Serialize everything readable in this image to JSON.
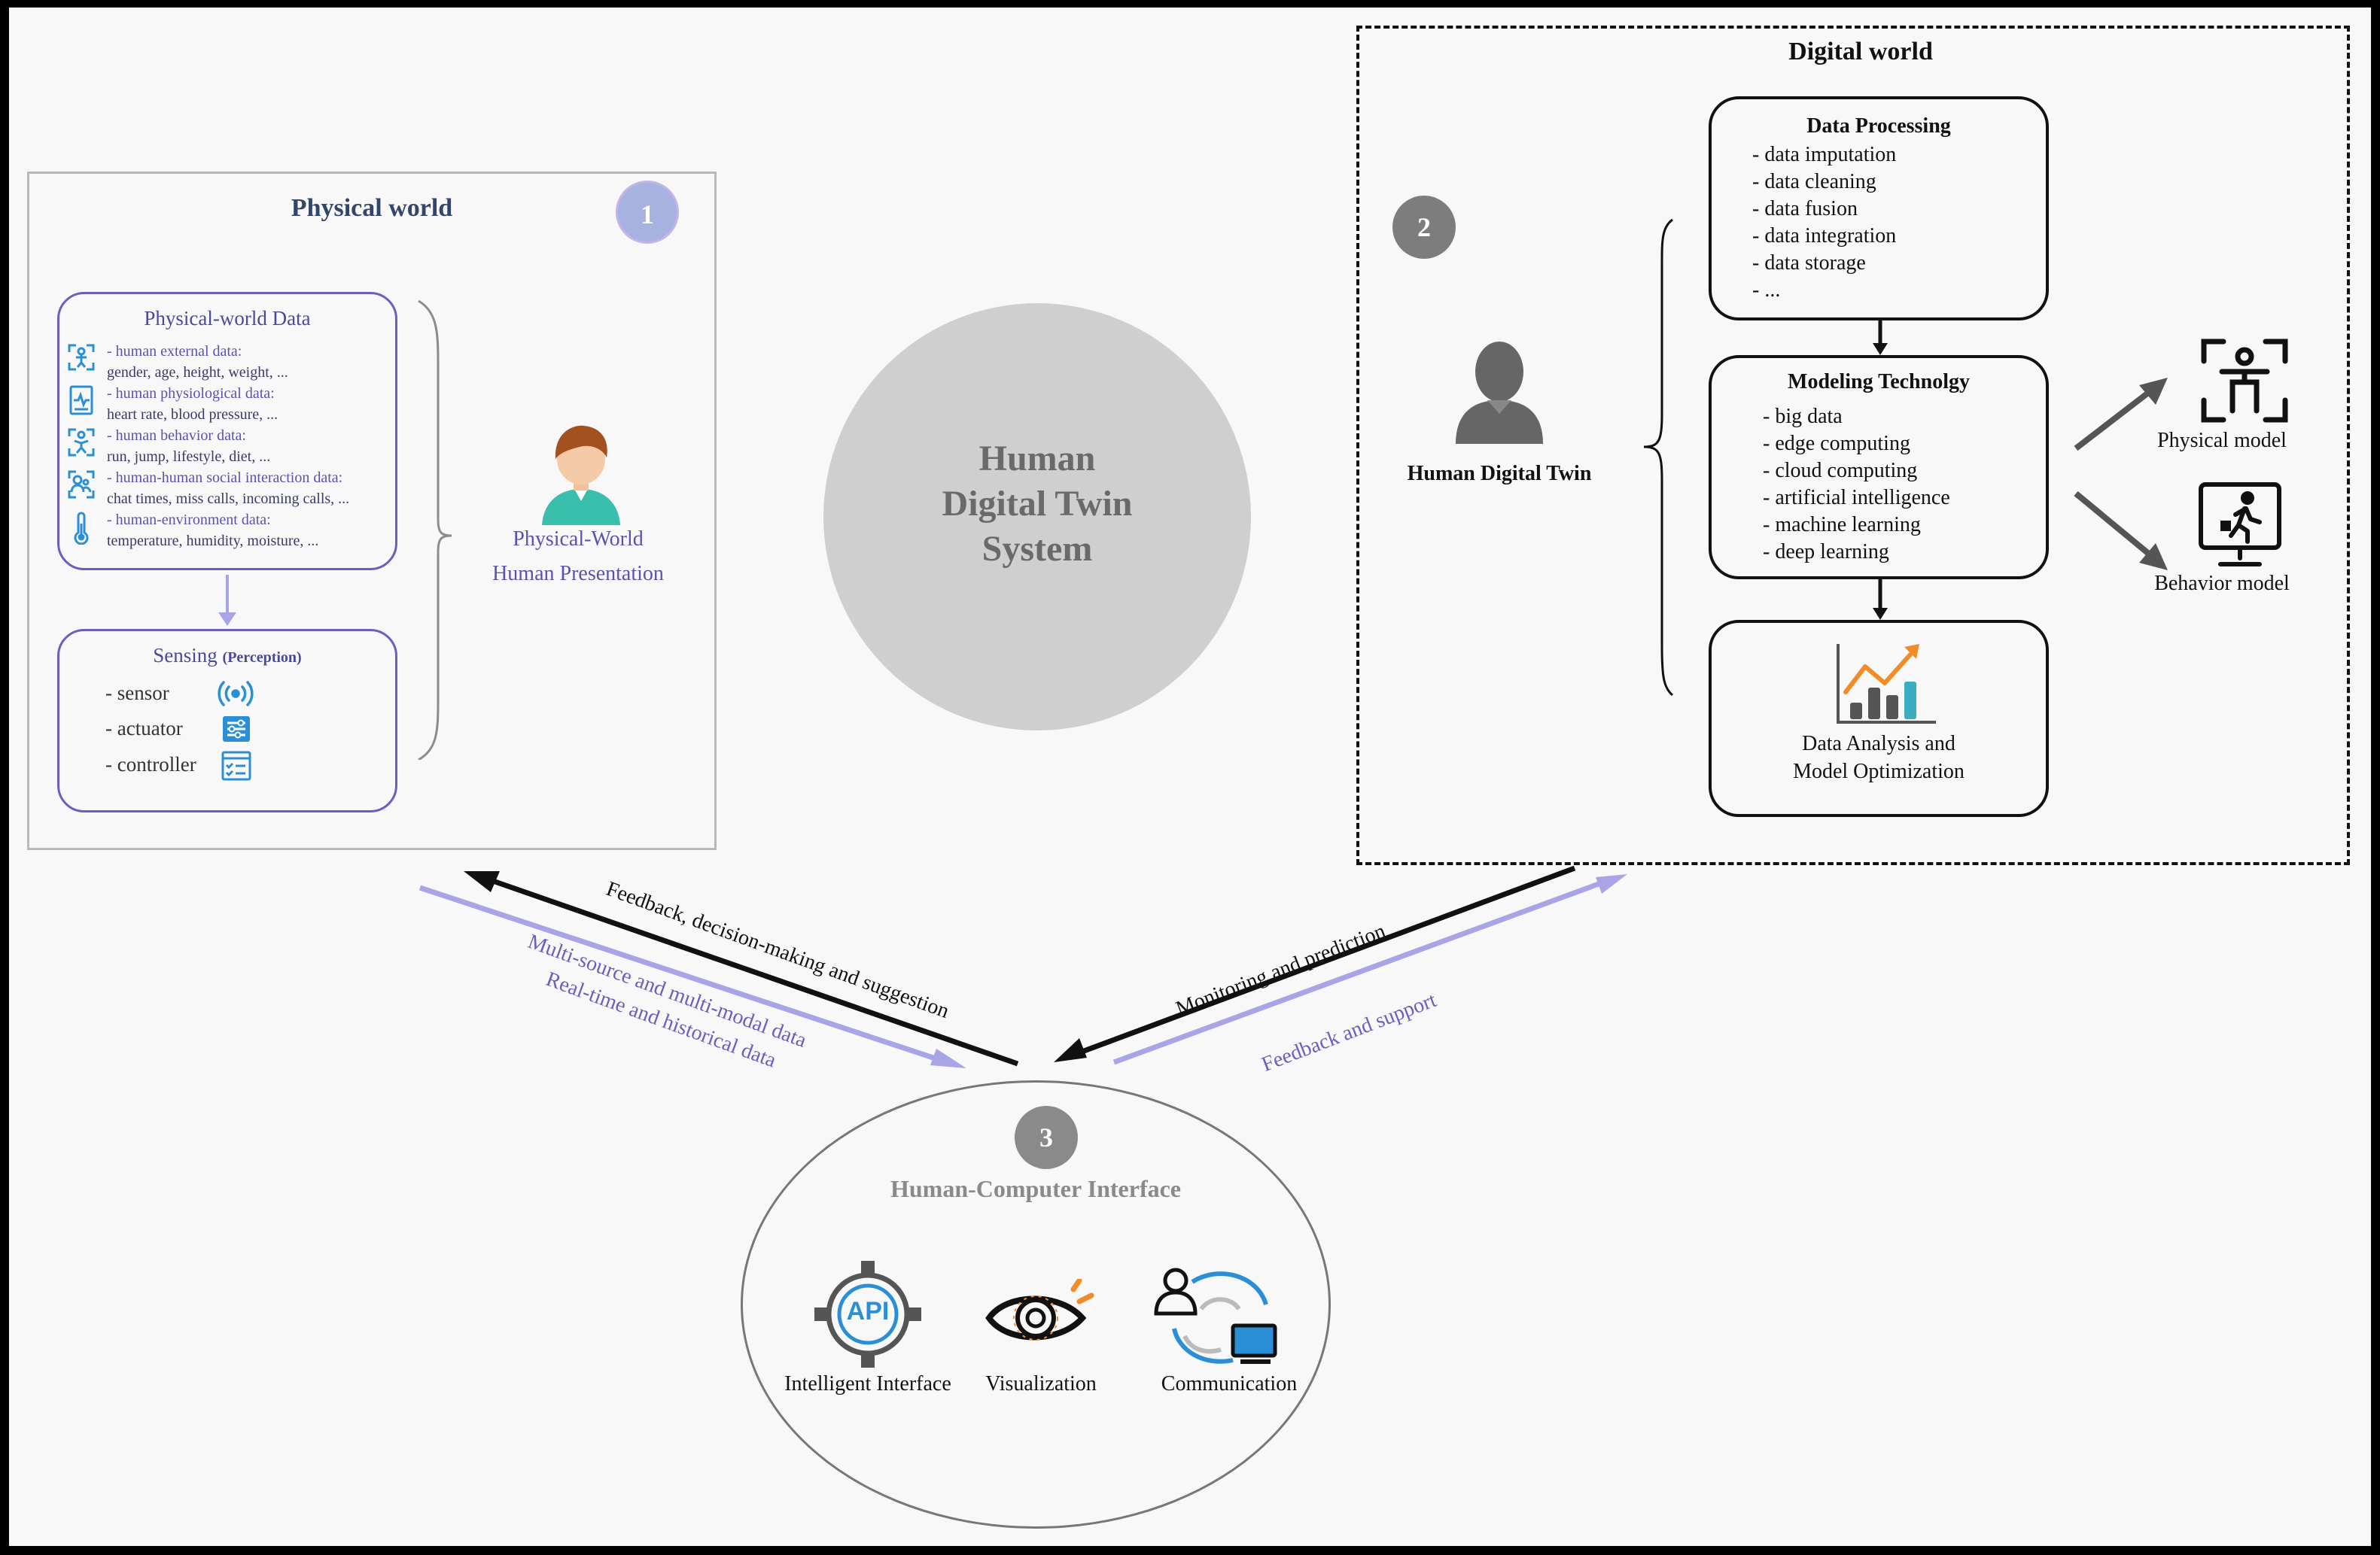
{
  "physical_world": {
    "title": "Physical world",
    "badge": "1",
    "data_box": {
      "title": "Physical-world Data",
      "items": [
        {
          "icon": "body-scan-icon",
          "head": "- human external data:",
          "detail": "gender, age, height, weight, ..."
        },
        {
          "icon": "monitor-pulse-icon",
          "head": "- human physiological data:",
          "detail": "heart rate, blood pressure, ..."
        },
        {
          "icon": "person-activity-icon",
          "head": "- human behavior data:",
          "detail": "run, jump, lifestyle, diet, ..."
        },
        {
          "icon": "social-interaction-icon",
          "head": "- human-human social interaction data:",
          "detail": "chat times, miss calls, incoming calls, ..."
        },
        {
          "icon": "thermometer-icon",
          "head": "- human-environment data:",
          "detail": "temperature, humidity, moisture, ..."
        }
      ]
    },
    "sensing_box": {
      "title": "Sensing",
      "subtitle": "(Perception)",
      "items": [
        {
          "label": "- sensor",
          "icon": "signal-broadcast-icon"
        },
        {
          "label": "- actuator",
          "icon": "sliders-icon"
        },
        {
          "label": "- controller",
          "icon": "checklist-icon"
        }
      ]
    },
    "person_label_1": "Physical-World",
    "person_label_2": "Human Presentation"
  },
  "center": {
    "line1": "Human",
    "line2": "Digital Twin",
    "line3": "System"
  },
  "digital_world": {
    "title": "Digital world",
    "badge": "2",
    "human_digital_twin_label": "Human Digital Twin",
    "data_processing": {
      "title": "Data Processing",
      "items": [
        "- data imputation",
        "- data cleaning",
        "- data fusion",
        "- data integration",
        "- data storage",
        "- ..."
      ]
    },
    "modeling_technology": {
      "title": "Modeling Technolgy",
      "items": [
        "- big data",
        "- edge computing",
        "- cloud computing",
        "- artificial intelligence",
        "- machine learning",
        "- deep learning"
      ]
    },
    "data_analysis": {
      "line1": "Data Analysis and",
      "line2": "Model Optimization"
    },
    "physical_model_label": "Physical model",
    "behavior_model_label": "Behavior model"
  },
  "arrows": {
    "feedback_decision": "Feedback, decision-making and suggestion",
    "multi_source": "Multi-source and multi-modal data",
    "real_time": "Real-time and historical data",
    "monitoring": "Monitoring and prediction",
    "feedback_support": "Feedback and support"
  },
  "hci": {
    "badge": "3",
    "title": "Human-Computer Interface",
    "api_text": "API",
    "items": [
      "Intelligent Interface",
      "Visualization",
      "Communication"
    ]
  },
  "colors": {
    "purple": "#6a5fbf",
    "light_purple_arrow": "#a8a4e6",
    "badge1": "#a6b3e0",
    "badge_gray": "#7d7d7d",
    "circle_gray": "#cfcfcf",
    "icon_blue": "#2a8fd6",
    "chart_orange": "#f28c28",
    "chart_teal": "#3aaec0"
  }
}
